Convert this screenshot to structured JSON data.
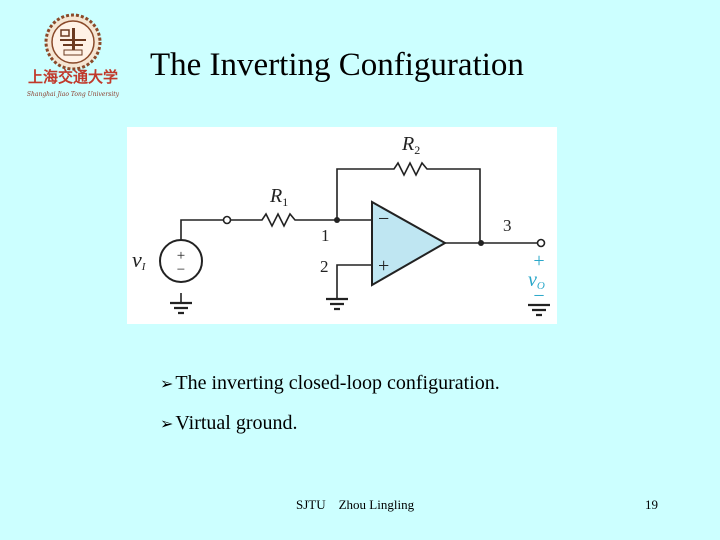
{
  "slide": {
    "title": "The Inverting Configuration",
    "background_color": "#ccffff",
    "logo": {
      "text_cn": "上海交通大学",
      "text_en": "Shanghai Jiao Tong University"
    },
    "diagram": {
      "labels": {
        "r1": "R",
        "r1_sub": "1",
        "r2": "R",
        "r2_sub": "2",
        "node1": "1",
        "node2": "2",
        "node3": "3",
        "vi": "v",
        "vi_sub": "I",
        "vo": "v",
        "vo_sub": "O",
        "minus_input": "−",
        "plus_input": "+",
        "source_plus": "+",
        "source_minus": "−",
        "out_plus": "+",
        "out_minus": "−"
      },
      "colors": {
        "opamp_fill": "#bfe6f2",
        "output_label": "#2aa7c9",
        "wire": "#222222"
      }
    },
    "bullets": [
      {
        "mark": "➢",
        "text": "The inverting closed-loop configuration."
      },
      {
        "mark": "➢",
        "text": "Virtual ground."
      }
    ],
    "footer": {
      "left": "SJTU    Zhou Lingling",
      "page_number": "19"
    }
  }
}
